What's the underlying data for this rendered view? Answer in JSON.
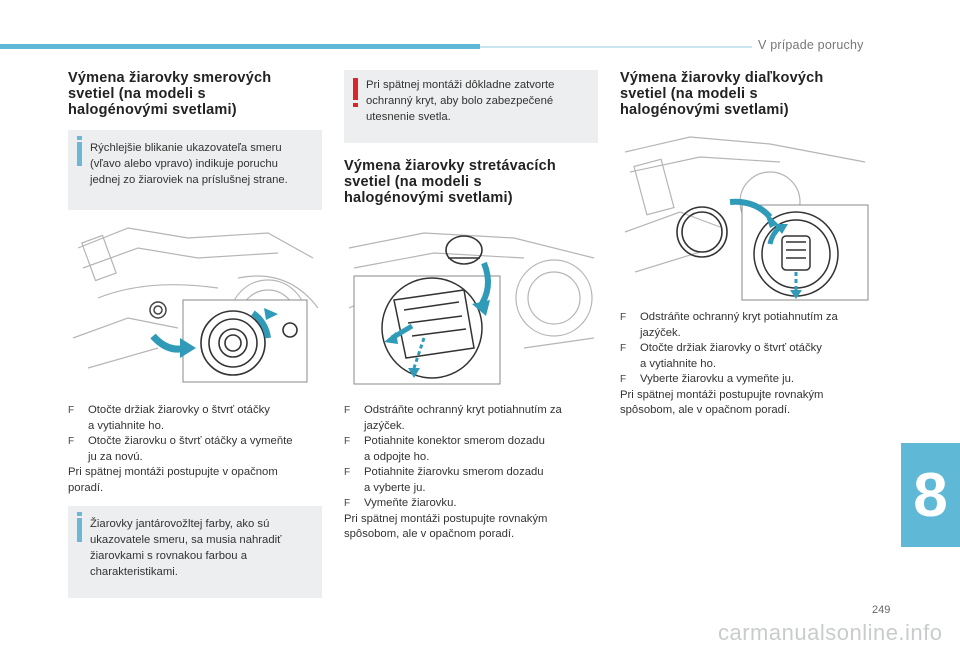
{
  "header": {
    "section": "V prípade poruchy"
  },
  "chapter": "8",
  "page_number": "249",
  "watermark": "carmanualsonline.info",
  "col1": {
    "title": [
      "Výmena žiarovky smerových",
      "svetiel (na modeli s",
      "halogénovými svetlami)"
    ],
    "note1": [
      "Rýchlejšie blikanie ukazovateľa smeru",
      "(vľavo alebo vpravo) indikuje poruchu",
      "jednej zo žiaroviek na príslušnej strane."
    ],
    "steps": [
      [
        "Otočte držiak žiarovky o štvrť otáčky",
        "a vytiahnite ho."
      ],
      [
        "Otočte žiarovku o štvrť otáčky a vymeňte",
        "ju za novú."
      ]
    ],
    "closing": [
      "Pri spätnej montáži postupujte v opačnom",
      "poradí."
    ],
    "note2": [
      "Žiarovky jantárovožltej farby, ako sú",
      "ukazovatele smeru, sa musia nahradiť",
      "žiarovkami s rovnakou farbou a",
      "charakteristikami."
    ]
  },
  "col2": {
    "warning": [
      "Pri spätnej montáži dôkladne zatvorte",
      "ochranný kryt, aby bolo zabezpečené",
      "utesnenie svetla."
    ],
    "title": [
      "Výmena žiarovky stretávacích",
      "svetiel (na modeli s",
      "halogénovými svetlami)"
    ],
    "steps": [
      [
        "Odstráňte ochranný kryt potiahnutím za",
        "jazýček."
      ],
      [
        "Potiahnite konektor smerom dozadu",
        "a odpojte ho."
      ],
      [
        "Potiahnite žiarovku smerom dozadu",
        "a vyberte ju."
      ],
      [
        "Vymeňte žiarovku."
      ]
    ],
    "closing": [
      "Pri spätnej montáži postupujte rovnakým",
      "spôsobom, ale v opačnom poradí."
    ]
  },
  "col3": {
    "title": [
      "Výmena žiarovky diaľkových",
      "svetiel (na modeli s",
      "halogénovými svetlami)"
    ],
    "steps": [
      [
        "Odstráňte ochranný kryt potiahnutím za",
        "jazýček."
      ],
      [
        "Otočte držiak žiarovky o štvrť otáčky",
        "a vytiahnite ho."
      ],
      [
        "Vyberte žiarovku a vymeňte ju."
      ]
    ],
    "closing": [
      "Pri spätnej montáži postupujte rovnakým",
      "spôsobom, ale v opačnom poradí."
    ]
  },
  "colors": {
    "accent": "#5fb9d6",
    "arrow": "#2f9bb8",
    "warning": "#d8262c",
    "note_bg": "#eceeef"
  },
  "icons": [
    "info-icon",
    "warning-icon",
    "bullet-icon"
  ]
}
